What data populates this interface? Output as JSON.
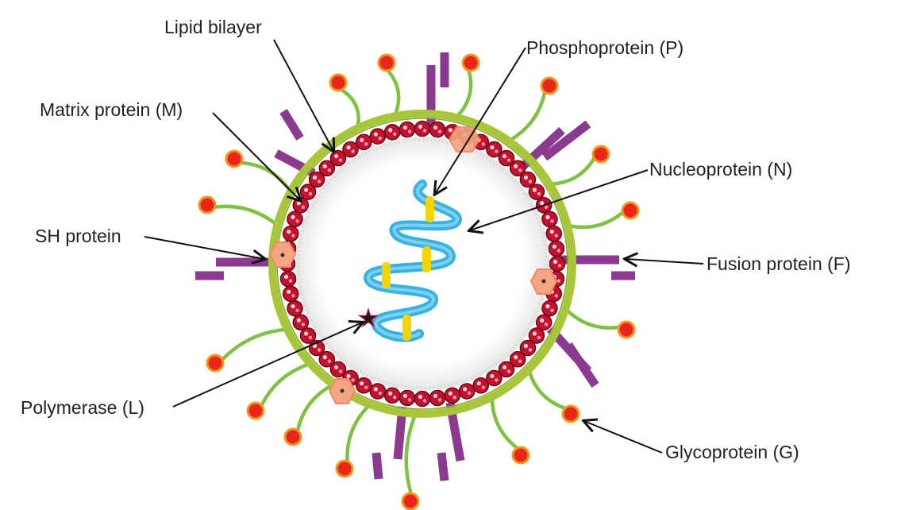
{
  "colors": {
    "background": "#ffffff",
    "lipid_bilayer": "#a8c63a",
    "matrix_bead": "#c8102e",
    "matrix_bead_dark": "#5a0a12",
    "glycoprotein_stem": "#7dc242",
    "glycoprotein_head": "#e8261c",
    "glycoprotein_head_ring": "#f7941d",
    "fusion_protein": "#8b3a8f",
    "sh_protein": "#f4a582",
    "nucleoprotein": "#34b3e4",
    "phosphoprotein": "#f5d400",
    "polymerase": "#1a1a1a",
    "arrow": "#111111",
    "text": "#222222"
  },
  "labels": {
    "lipid_bilayer": "Lipid bilayer",
    "matrix_protein": "Matrix protein (M)",
    "sh_protein": "SH protein",
    "polymerase": "Polymerase (L)",
    "phosphoprotein": "Phosphoprotein (P)",
    "nucleoprotein": "Nucleoprotein (N)",
    "fusion_protein": "Fusion protein (F)",
    "glycoprotein": "Glycoprotein (G)"
  },
  "icons": {
    "polymerase": "star-icon",
    "sh_protein": "hexagon-icon",
    "glycoprotein": "lollipop-icon",
    "fusion_protein": "bracket-icon"
  }
}
